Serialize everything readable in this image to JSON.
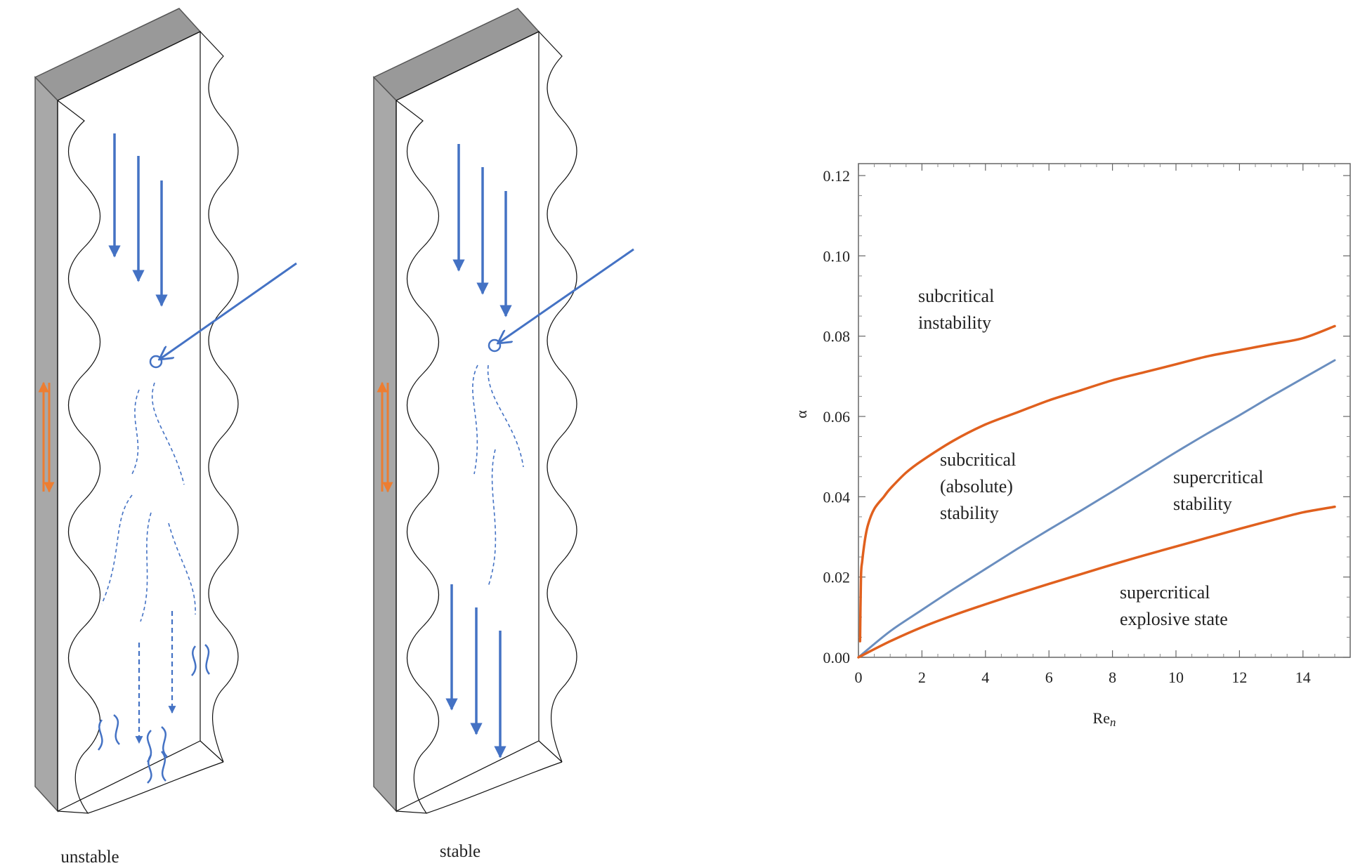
{
  "panels": [
    {
      "id": "unstable",
      "label": "unstable"
    },
    {
      "id": "stable",
      "label": "stable"
    }
  ],
  "colors": {
    "flow_arrow": "#4472C4",
    "wall_arrow": "#ED7D31",
    "wall_top": "#9a9a9a",
    "wall_side": "#a9a9a9",
    "orange_curve": "#E0601E",
    "blue_curve": "#6A8EBF"
  },
  "chart_data": {
    "type": "line",
    "xlabel_main": "Re",
    "xlabel_sub": "n",
    "ylabel": "α",
    "xlim": [
      0,
      15
    ],
    "ylim": [
      0,
      0.12
    ],
    "xticks": [
      0,
      2,
      4,
      6,
      8,
      10,
      12,
      14
    ],
    "yticks": [
      0.0,
      0.02,
      0.04,
      0.06,
      0.08,
      0.1,
      0.12
    ],
    "ytick_labels": [
      "0.00",
      "0.02",
      "0.04",
      "0.06",
      "0.08",
      "0.10",
      "0.12"
    ],
    "series": [
      {
        "color": "#E0601E",
        "x": [
          0.05,
          0.08,
          0.12,
          0.2,
          0.3,
          0.5,
          0.8,
          1.0,
          1.5,
          2.0,
          3.0,
          4.0,
          5.0,
          6.0,
          7.0,
          8.0,
          9.0,
          10.0,
          11.0,
          12.0,
          13.0,
          14.0,
          15.0
        ],
        "y": [
          0.004,
          0.02,
          0.024,
          0.029,
          0.033,
          0.037,
          0.04,
          0.042,
          0.046,
          0.049,
          0.054,
          0.058,
          0.061,
          0.064,
          0.0665,
          0.069,
          0.071,
          0.073,
          0.075,
          0.0765,
          0.078,
          0.0795,
          0.0825
        ]
      },
      {
        "color": "#6A8EBF",
        "x": [
          0,
          1,
          2,
          3,
          4,
          5,
          6,
          7,
          8,
          9,
          10,
          11,
          12,
          13,
          14,
          15
        ],
        "y": [
          0.0,
          0.0065,
          0.0118,
          0.017,
          0.022,
          0.027,
          0.0318,
          0.0365,
          0.0413,
          0.0462,
          0.0511,
          0.0558,
          0.0603,
          0.065,
          0.0695,
          0.074
        ]
      },
      {
        "color": "#E0601E",
        "x": [
          0,
          1,
          2,
          3,
          4,
          5,
          6,
          7,
          8,
          9,
          10,
          11,
          12,
          13,
          14,
          15
        ],
        "y": [
          0.0,
          0.004,
          0.0075,
          0.0105,
          0.0132,
          0.0158,
          0.0183,
          0.0207,
          0.0231,
          0.0254,
          0.0276,
          0.0298,
          0.032,
          0.0341,
          0.0361,
          0.0375
        ]
      }
    ],
    "region_labels": [
      [
        "subcritical",
        "instability"
      ],
      [
        "subcritical",
        "(absolute)",
        "stability"
      ],
      [
        "supercritical",
        "stability"
      ],
      [
        "supercritical",
        "explosive state"
      ]
    ]
  }
}
